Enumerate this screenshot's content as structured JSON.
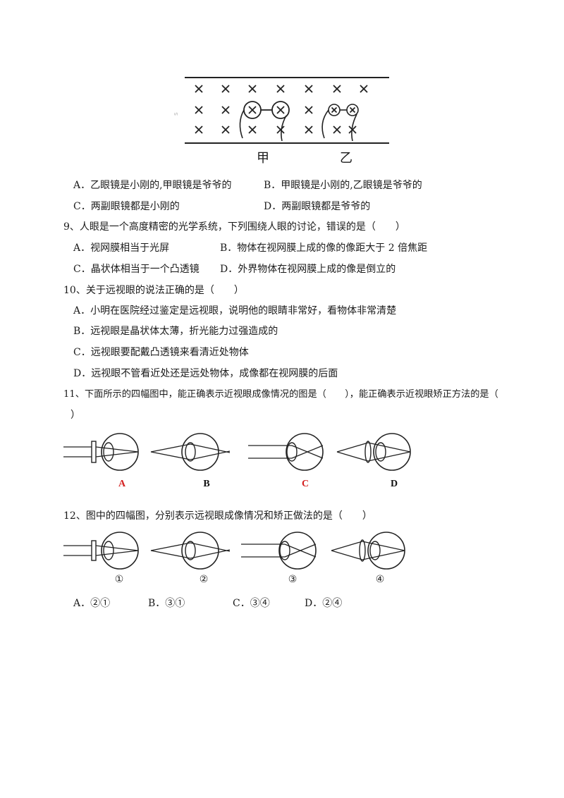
{
  "q8": {
    "figure_labels": [
      "甲",
      "乙"
    ],
    "options": [
      "A．乙眼镜是小刚的,甲眼镜是爷爷的",
      "B．甲眼镜是小刚的,乙眼镜是爷爷的",
      "C．两副眼镜都是小刚的",
      "D．两副眼镜都是爷爷的"
    ]
  },
  "q9": {
    "stem": "9、人眼是一个高度精密的光学系统，下列围绕人眼的讨论，错误的是（　　）",
    "options": [
      "A．视网膜相当于光屏",
      "B．物体在视网膜上成的像的像距大于 2 倍焦距",
      "C．晶状体相当于一个凸透镜",
      "D．外界物体在视网膜上成的像是倒立的"
    ]
  },
  "q10": {
    "stem": "10、关于远视眼的说法正确的是（　　）",
    "options": [
      "A．小明在医院经过鉴定是远视眼，说明他的眼睛非常好，看物体非常清楚",
      "B．远视眼是晶状体太薄，折光能力过强造成的",
      "C．远视眼要配戴凸透镜来看清近处物体",
      "D．远视眼不管看近处还是远处物体，成像都在视网膜的后面"
    ]
  },
  "q11": {
    "stem_line1": "11、下面所示的四幅图中，能正确表示近视眼成像情况的图是（　　），能正确表示近视眼矫正方法的是（",
    "stem_line2": "）",
    "figure_labels": [
      "A",
      "B",
      "C",
      "D"
    ],
    "label_colors": [
      "#d42020",
      "#111111",
      "#d42020",
      "#111111"
    ]
  },
  "q12": {
    "stem": "12、图中的四幅图，分别表示远视眼成像情况和矫正做法的是（　　）",
    "figure_labels": [
      "①",
      "②",
      "③",
      "④"
    ],
    "options": [
      "A．②①",
      "B．③①",
      "C．③④",
      "D．②④"
    ]
  }
}
